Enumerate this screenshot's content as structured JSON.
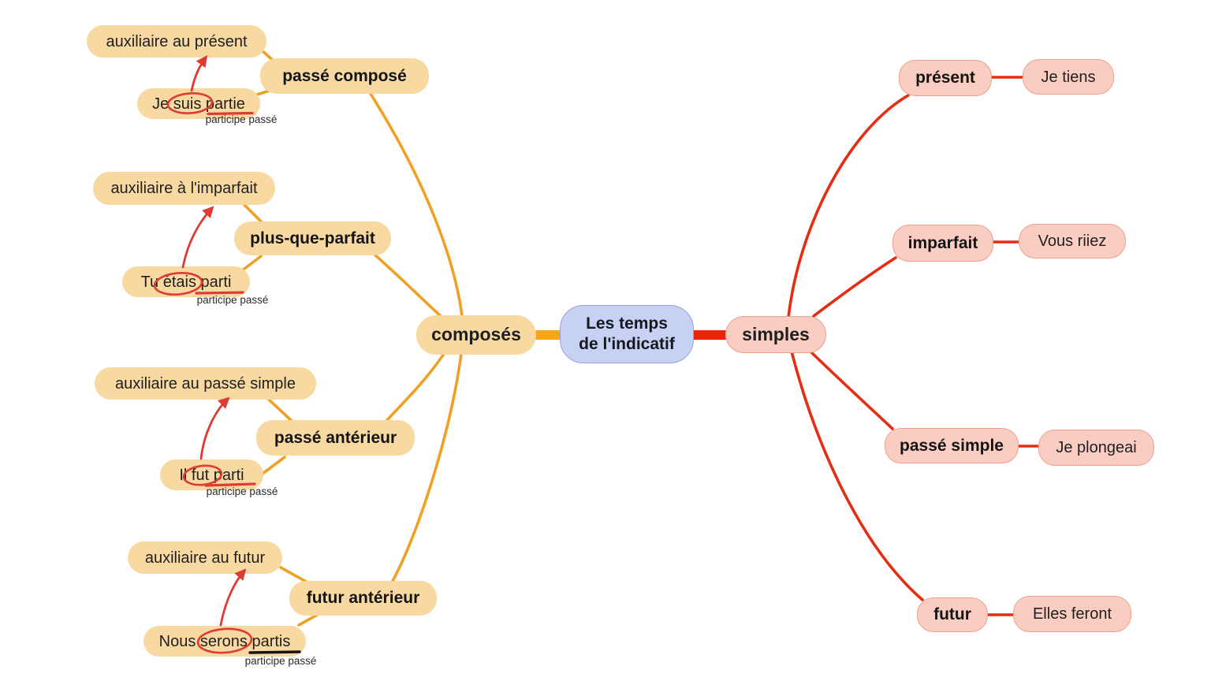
{
  "title": "Les temps de l'indicatif",
  "center": {
    "line1": "Les temps",
    "line2": "de l'indicatif"
  },
  "branches": {
    "composes": {
      "label": "composés",
      "children": [
        {
          "tense": "passé composé",
          "auxiliary": "auxiliaire au présent",
          "example": "Je suis partie",
          "note": "participe passé"
        },
        {
          "tense": "plus-que-parfait",
          "auxiliary": "auxiliaire à l'imparfait",
          "example": "Tu étais parti",
          "note": "participe passé"
        },
        {
          "tense": "passé antérieur",
          "auxiliary": "auxiliaire au passé simple",
          "example": "Il fut parti",
          "note": "participe passé"
        },
        {
          "tense": "futur antérieur",
          "auxiliary": "auxiliaire au futur",
          "example": "Nous serons partis",
          "note": "participe passé"
        }
      ]
    },
    "simples": {
      "label": "simples",
      "children": [
        {
          "tense": "présent",
          "example": "Je tiens"
        },
        {
          "tense": "imparfait",
          "example": "Vous riiez"
        },
        {
          "tense": "passé simple",
          "example": "Je plongeai"
        },
        {
          "tense": "futur",
          "example": "Elles feront"
        }
      ]
    }
  },
  "colors": {
    "composed_node_fill": "#F8D9A1",
    "composed_link": "#F0A125",
    "composed_link_thick": "#F6A41C",
    "simple_node_fill": "#F9CDC1",
    "simple_node_border": "#EFA18D",
    "simple_link": "#E42D12",
    "center_fill": "#C7D1F3",
    "center_border": "#96A3DC",
    "annotation_red": "#DD3B33",
    "annotation_black": "#151515",
    "text": "#1f1f1f"
  }
}
